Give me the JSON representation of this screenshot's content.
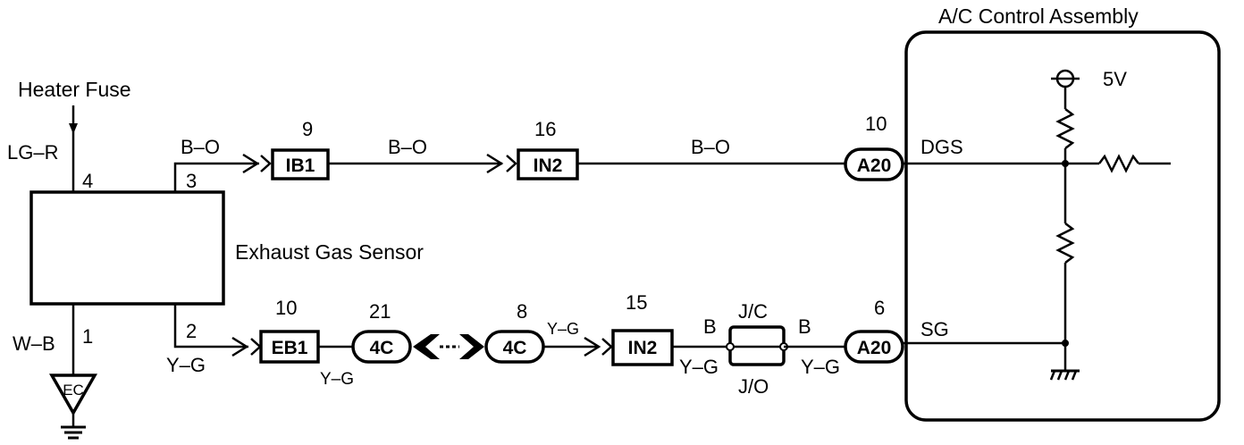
{
  "heater_fuse": "Heater Fuse",
  "sensor": {
    "name": "Exhaust Gas Sensor",
    "pin_top_left": "4",
    "pin_top_right": "3",
    "pin_bottom_left": "1",
    "pin_bottom_right": "2",
    "wire_top_left": "LG–R",
    "wire_bottom_left": "W–B",
    "ground": "EC"
  },
  "top_row": {
    "wire_1": "B–O",
    "conn_1": {
      "num": "9",
      "label": "IB1"
    },
    "wire_2": "B–O",
    "conn_2": {
      "num": "16",
      "label": "IN2"
    },
    "wire_3": "B–O",
    "conn_3": {
      "num": "10",
      "label": "A20"
    }
  },
  "bottom_row": {
    "wire_1": "Y–G",
    "conn_1": {
      "num": "10",
      "label": "EB1"
    },
    "wire_1b": "Y–G",
    "conn_2": {
      "num": "21",
      "label": "4C"
    },
    "conn_3": {
      "num": "8",
      "label": "4C"
    },
    "wire_2": "Y–G",
    "conn_4": {
      "num": "15",
      "label": "IN2"
    },
    "wire_3_top": "B",
    "wire_3_bottom": "Y–G",
    "jc_top": "J/C",
    "jc_bottom": "J/O",
    "wire_4_top": "B",
    "wire_4_bottom": "Y–G",
    "conn_5": {
      "num": "6",
      "label": "A20"
    }
  },
  "ac_control": {
    "title": "A/C Control Assembly",
    "supply": "5V",
    "dgs": "DGS",
    "sg": "SG"
  }
}
